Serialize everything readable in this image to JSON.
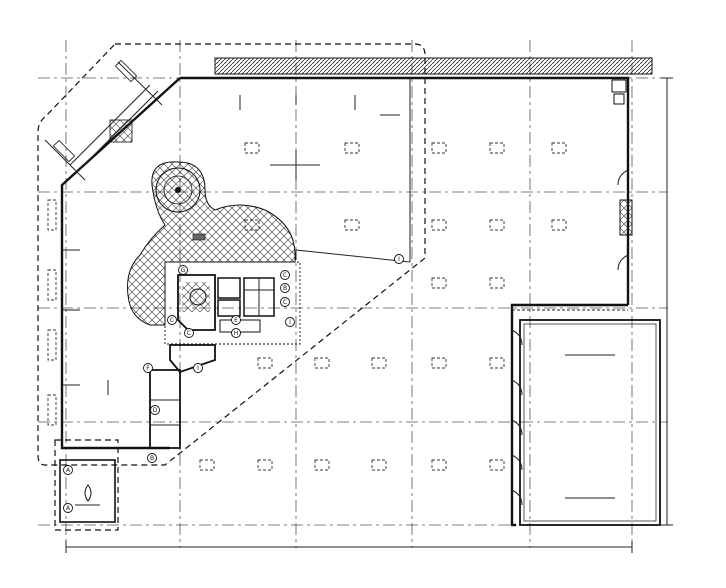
{
  "drawing": {
    "plaza_note": "",
    "corridor_note": "",
    "dim_label": "",
    "tags": [
      {
        "id": "t1",
        "letter": "I"
      },
      {
        "id": "t2",
        "letter": "C"
      },
      {
        "id": "t3",
        "letter": "B"
      },
      {
        "id": "t4",
        "letter": "G"
      },
      {
        "id": "t5",
        "letter": "C"
      },
      {
        "id": "t6",
        "letter": "C"
      },
      {
        "id": "t7",
        "letter": "I"
      },
      {
        "id": "t8",
        "letter": "E"
      },
      {
        "id": "t9",
        "letter": "H"
      },
      {
        "id": "t10",
        "letter": "F"
      },
      {
        "id": "t11",
        "letter": "I"
      },
      {
        "id": "t12",
        "letter": "D"
      },
      {
        "id": "t13",
        "letter": "B"
      },
      {
        "id": "t14",
        "letter": "A"
      },
      {
        "id": "t15",
        "letter": "A"
      },
      {
        "id": "t16",
        "letter": "C"
      }
    ]
  }
}
